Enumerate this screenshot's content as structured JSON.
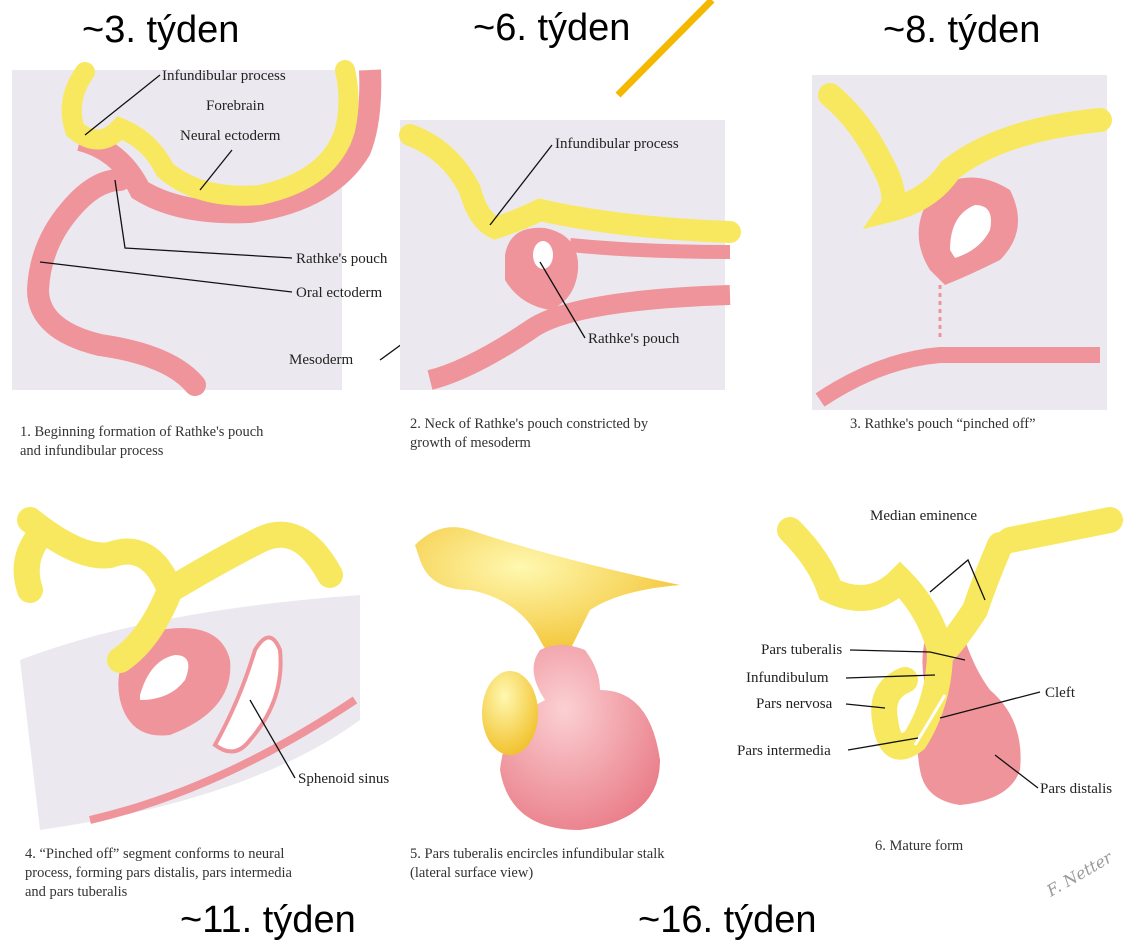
{
  "weeks": {
    "w3": "~3. týden",
    "w6": "~6. týden",
    "w8": "~8. týden",
    "w11": "~11. týden",
    "w16": "~16. týden"
  },
  "panel1": {
    "caption_line1": "1. Beginning formation of Rathke's pouch",
    "caption_line2": "and infundibular process",
    "labels": {
      "infundibular_process": "Infundibular process",
      "forebrain": "Forebrain",
      "neural_ectoderm": "Neural ectoderm",
      "rathkes_pouch": "Rathke's pouch",
      "oral_ectoderm": "Oral ectoderm",
      "mesoderm": "Mesoderm"
    }
  },
  "panel2": {
    "caption_line1": "2. Neck of Rathke's pouch constricted by",
    "caption_line2": "growth of mesoderm",
    "labels": {
      "infundibular_process": "Infundibular process",
      "rathkes_pouch": "Rathke's pouch"
    }
  },
  "panel3": {
    "caption": "3. Rathke's pouch “pinched off”"
  },
  "panel4": {
    "caption_line1": "4. “Pinched off” segment conforms to neural",
    "caption_line2": "process, forming pars distalis, pars intermedia",
    "caption_line3": "and pars tuberalis",
    "labels": {
      "sphenoid_sinus": "Sphenoid sinus"
    }
  },
  "panel5": {
    "caption_line1": "5. Pars tuberalis encircles infundibular stalk",
    "caption_line2": "(lateral surface view)"
  },
  "panel6": {
    "caption": "6. Mature form",
    "labels": {
      "median_eminence": "Median eminence",
      "pars_tuberalis": "Pars tuberalis",
      "infundibulum": "Infundibulum",
      "pars_nervosa": "Pars nervosa",
      "cleft": "Cleft",
      "pars_intermedia": "Pars intermedia",
      "pars_distalis": "Pars distalis"
    }
  },
  "signature": "F. Netter",
  "colors": {
    "yellow": "#f8e860",
    "yellow_edge": "#e8b830",
    "pink": "#f0949c",
    "pink_light": "#f7c2c6",
    "tissue": "#ebe9ef",
    "accent_line": "#f5b800"
  }
}
